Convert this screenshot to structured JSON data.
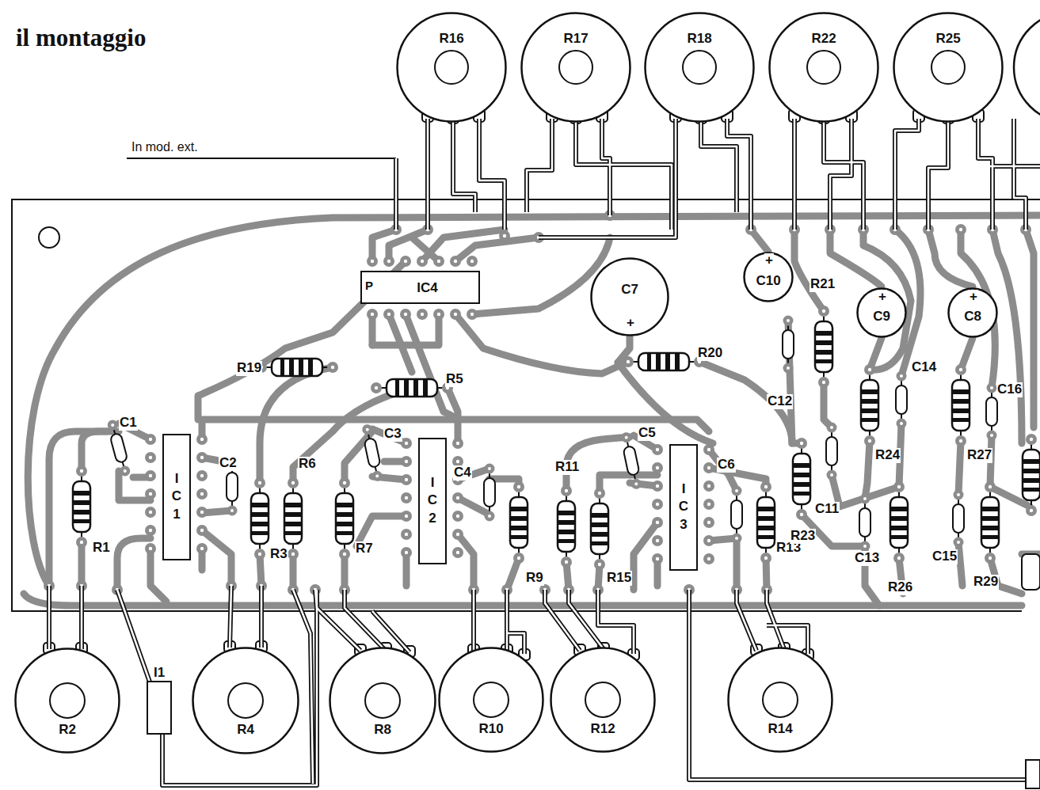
{
  "diagram": {
    "title": "il montaggio",
    "nodes": [
      {
        "text": [
          "R16"
        ]
      },
      {
        "text": [
          "R17"
        ]
      },
      {
        "text": [
          "R18"
        ]
      },
      {
        "text": [
          "R22"
        ]
      },
      {
        "text": [
          "R25"
        ]
      },
      {
        "text": [
          "IC4"
        ]
      },
      {
        "text": [
          "C7"
        ]
      },
      {
        "text": [
          "C10"
        ]
      },
      {
        "text": [
          "C9"
        ]
      },
      {
        "text": [
          "C8"
        ]
      },
      {
        "text": [
          "I C 1"
        ]
      },
      {
        "text": [
          "I C 2"
        ]
      },
      {
        "text": [
          "I C 3"
        ]
      },
      {
        "text": [
          "R2"
        ]
      },
      {
        "text": [
          "I1"
        ]
      },
      {
        "text": [
          "R4"
        ]
      },
      {
        "text": [
          "R8"
        ]
      },
      {
        "text": [
          "R10"
        ]
      },
      {
        "text": [
          "R12"
        ]
      },
      {
        "text": [
          "R14"
        ]
      }
    ],
    "labels": [
      "In mod. ext.",
      "P",
      "R19",
      "R5",
      "R20",
      "R21",
      "C14",
      "C16",
      "C12",
      "R24",
      "R27",
      "C1",
      "C2",
      "R6",
      "C3",
      "C4",
      "C5",
      "R11",
      "C6",
      "R1",
      "R3",
      "R7",
      "R9",
      "R15",
      "R13",
      "C11",
      "R23",
      "C13",
      "R26",
      "C15",
      "R29",
      "+",
      "+",
      "+",
      "+"
    ]
  }
}
